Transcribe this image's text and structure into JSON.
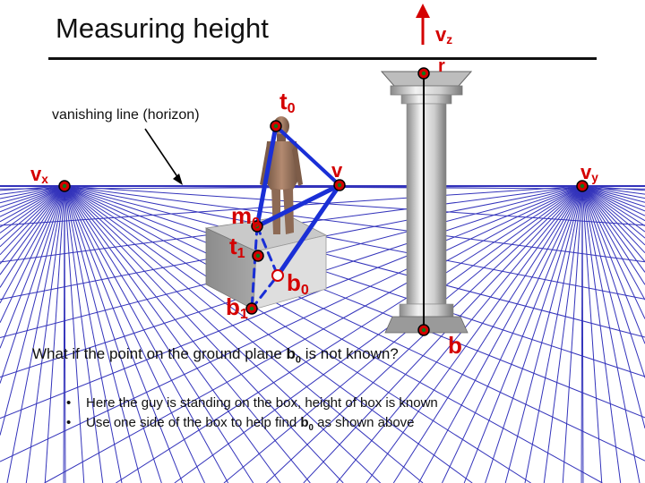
{
  "title": "Measuring height",
  "horizon_label": "vanishing line (horizon)",
  "points": {
    "vz": {
      "main": "v",
      "sub": "z"
    },
    "r": {
      "main": "r",
      "sub": ""
    },
    "t0": {
      "main": "t",
      "sub": "0"
    },
    "vx": {
      "main": "v",
      "sub": "x"
    },
    "v": {
      "main": "v",
      "sub": ""
    },
    "vy": {
      "main": "v",
      "sub": "y"
    },
    "m0": {
      "main": "m",
      "sub": "0"
    },
    "t1": {
      "main": "t",
      "sub": "1"
    },
    "b0": {
      "main": "b",
      "sub": "0"
    },
    "b1": {
      "main": "b",
      "sub": "1"
    },
    "b": {
      "main": "b",
      "sub": ""
    }
  },
  "question": {
    "before": "What if the point on the ground plane ",
    "bold_main": "b",
    "bold_sub": "0",
    "after": " is not known?"
  },
  "bullets": [
    {
      "text": "Here the guy is standing on the box, height of box is known"
    },
    {
      "before": "Use one side of the box to help find ",
      "bold_main": "b",
      "bold_sub": "0",
      "after": " as shown above"
    }
  ],
  "colors": {
    "grid": "#3333bb",
    "construction": "#1a2fd6",
    "point": "#d40000",
    "text": "#111111"
  }
}
